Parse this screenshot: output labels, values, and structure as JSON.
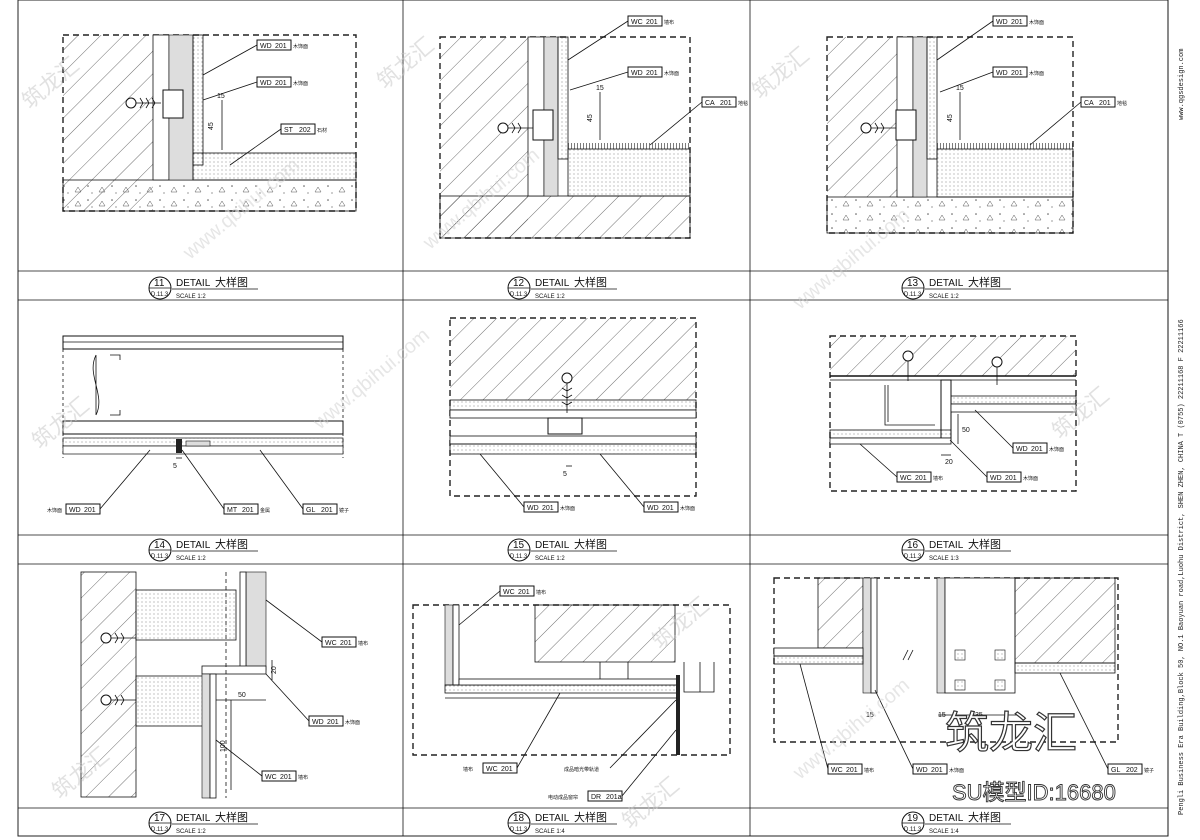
{
  "panels": [
    {
      "num": "11",
      "ref": "D.11.3",
      "title": "DETAIL",
      "title_cn": "大样图",
      "scale": "SCALE  1:2",
      "tags": [
        {
          "code": "WD",
          "num": "201",
          "note": "木饰面"
        },
        {
          "code": "WD",
          "num": "201",
          "note": "木饰面"
        },
        {
          "code": "ST",
          "num": "202",
          "note": "石材"
        }
      ],
      "dims": [
        "45",
        "15"
      ]
    },
    {
      "num": "12",
      "ref": "D.11.3",
      "title": "DETAIL",
      "title_cn": "大样图",
      "scale": "SCALE  1:2",
      "tags": [
        {
          "code": "WC",
          "num": "201",
          "note": "墙布"
        },
        {
          "code": "WD",
          "num": "201",
          "note": "木饰面"
        },
        {
          "code": "CA",
          "num": "201",
          "note": "地毯"
        }
      ],
      "dims": [
        "45",
        "15"
      ]
    },
    {
      "num": "13",
      "ref": "D.11.3",
      "title": "DETAIL",
      "title_cn": "大样图",
      "scale": "SCALE  1:2",
      "tags": [
        {
          "code": "WD",
          "num": "201",
          "note": "木饰面"
        },
        {
          "code": "WD",
          "num": "201",
          "note": "木饰面"
        },
        {
          "code": "CA",
          "num": "201",
          "note": "地毯"
        }
      ],
      "dims": [
        "45",
        "15"
      ]
    },
    {
      "num": "14",
      "ref": "D.11.3",
      "title": "DETAIL",
      "title_cn": "大样图",
      "scale": "SCALE  1:2",
      "tags": [
        {
          "code": "WD",
          "num": "201",
          "note": "木饰面"
        },
        {
          "code": "MT",
          "num": "201",
          "note": "金属"
        },
        {
          "code": "GL",
          "num": "201",
          "note": "镜子"
        }
      ],
      "dims": [
        "5"
      ]
    },
    {
      "num": "15",
      "ref": "D.11.3",
      "title": "DETAIL",
      "title_cn": "大样图",
      "scale": "SCALE  1:2",
      "tags": [
        {
          "code": "WD",
          "num": "201",
          "note": "木饰面"
        },
        {
          "code": "WD",
          "num": "201",
          "note": "木饰面"
        }
      ],
      "dims": [
        "5"
      ]
    },
    {
      "num": "16",
      "ref": "D.11.3",
      "title": "DETAIL",
      "title_cn": "大样图",
      "scale": "SCALE  1:3",
      "tags": [
        {
          "code": "WD",
          "num": "201",
          "note": "木饰面"
        },
        {
          "code": "WC",
          "num": "201",
          "note": "墙布"
        },
        {
          "code": "WD",
          "num": "201",
          "note": "木饰面"
        }
      ],
      "dims": [
        "50",
        "20"
      ]
    },
    {
      "num": "17",
      "ref": "D.11.3",
      "title": "DETAIL",
      "title_cn": "大样图",
      "scale": "SCALE  1:2",
      "tags": [
        {
          "code": "WC",
          "num": "201",
          "note": "墙布"
        },
        {
          "code": "WD",
          "num": "201",
          "note": "木饰面"
        },
        {
          "code": "WC",
          "num": "201",
          "note": "墙布"
        }
      ],
      "dims": [
        "20",
        "50",
        "100"
      ]
    },
    {
      "num": "18",
      "ref": "D.11.3",
      "title": "DETAIL",
      "title_cn": "大样图",
      "scale": "SCALE  1:4",
      "tags": [
        {
          "code": "WC",
          "num": "201",
          "note": "墙布"
        },
        {
          "code": "WC",
          "num": "201",
          "note": "墙布"
        },
        {
          "code": "DR",
          "num": "201a",
          "note": "电动成品窗帘"
        }
      ],
      "notes": [
        "成品暗光带轨道",
        "电动成品窗帘"
      ],
      "dims": []
    },
    {
      "num": "19",
      "ref": "D.11.3",
      "title": "DETAIL",
      "title_cn": "大样图",
      "scale": "SCALE  1:4",
      "tags": [
        {
          "code": "WC",
          "num": "201",
          "note": "墙布"
        },
        {
          "code": "WD",
          "num": "201",
          "note": "木饰面"
        },
        {
          "code": "GL",
          "num": "202",
          "note": "镜子"
        }
      ],
      "dims": [
        "15",
        "15",
        "35"
      ]
    }
  ],
  "watermark": {
    "cn": "筑龙汇",
    "url": "www.qbihui.com"
  },
  "brand": {
    "logo": "筑龙汇",
    "id_line": "SU模型ID:16680"
  },
  "sidebar": {
    "address": "Pengli Business Era Building,Block 50, NO.1 Baoyuan road,Luohu District, SHEN ZHEN, CHINA  T (0755) 22211168  F 22211166",
    "web": "www.qgsdesign.com"
  }
}
